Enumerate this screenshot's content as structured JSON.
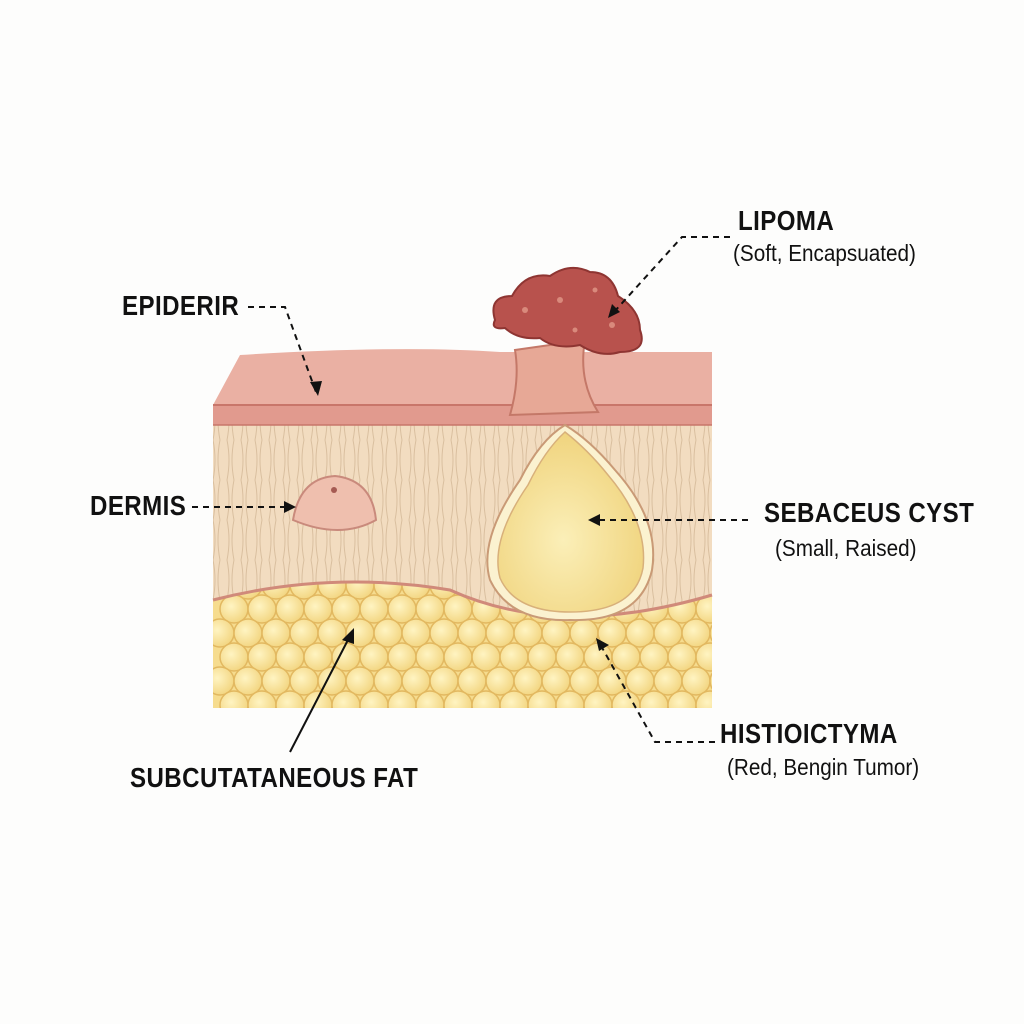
{
  "labels": {
    "epidermis": "EPIDERIR",
    "dermis": "DERMIS",
    "subcutaneous_fat": "SUBCUTATANEOUS FAT",
    "lipoma": {
      "title": "LIPOMA",
      "subtitle": "(Soft, Encapsuated)"
    },
    "sebaceous_cyst": {
      "title": "SEBACEUS CYST",
      "subtitle": "(Small, Raised)"
    },
    "histiocytoma": {
      "title": "HISTIOICTYMA",
      "subtitle": "(Red, Bengin Tumor)"
    }
  },
  "colors": {
    "epidermis": "#e9a69c",
    "dermis": "#f2dcc0",
    "fat": "#f8e3a0",
    "lipoma": "#b8524d",
    "cyst": "#f8e7a6"
  }
}
